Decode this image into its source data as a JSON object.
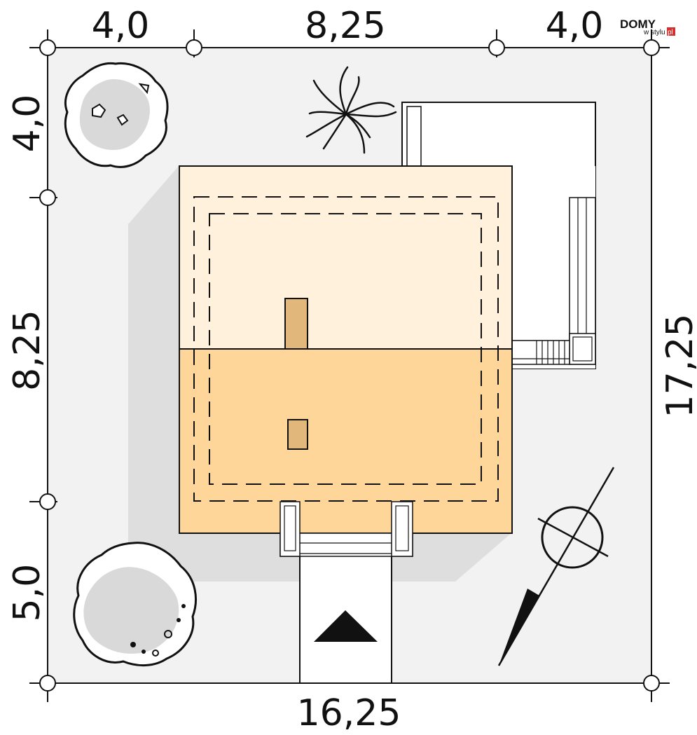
{
  "dimensions": {
    "top": [
      "4,0",
      "8,25",
      "4,0"
    ],
    "left": [
      "4,0",
      "8,25",
      "5,0"
    ],
    "right": "17,25",
    "bottom": "16,25"
  },
  "logo": {
    "main": "DOMY",
    "sub": "w stylu",
    "tag": "pl"
  },
  "colors": {
    "plot": "#f2f2f2",
    "shadow": "#dedede",
    "roof_light": "#fff1dc",
    "roof_dark": "#ffd69a",
    "chimney": "#e2b77c",
    "line": "#111111"
  }
}
